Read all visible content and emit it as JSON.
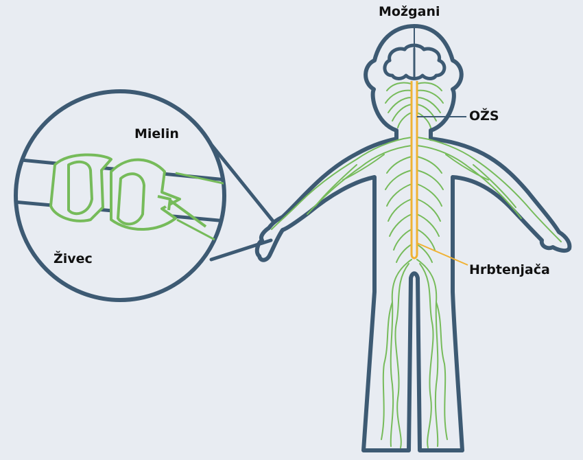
{
  "labels": {
    "brain": "Možgani",
    "cns": "OŽS",
    "spinal_cord": "Hrbtenjača",
    "myelin": "Mielin",
    "nerve": "Živec"
  },
  "colors": {
    "background": "#e8ecf2",
    "body_outline": "#3d5a73",
    "nerves": "#76bb5a",
    "spinal_cord": "#f0b234",
    "label_text": "#111111"
  },
  "icons": {
    "body": "human-body-outline",
    "magnifier": "magnified-nerve-circle"
  }
}
